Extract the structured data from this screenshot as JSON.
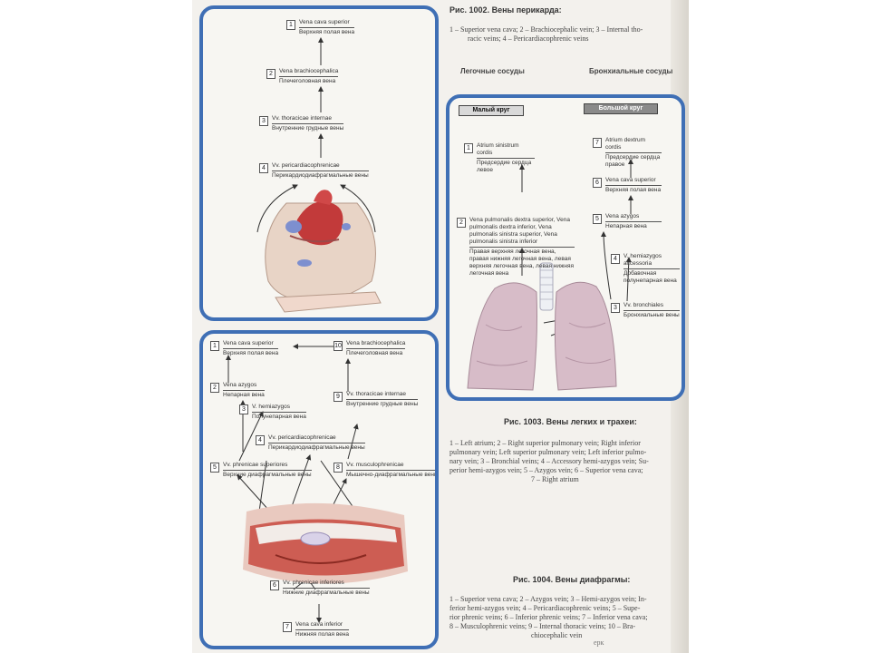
{
  "fig1002": {
    "title": "Рис. 1002. Вены перикарда:",
    "caption": [
      "1 – Superior vena cava; 2 – Brachiocephalic vein; 3 – Internal tho-",
      "racic veins; 4 – Pericardiacophrenic veins"
    ],
    "boxes": [
      {
        "n": "1",
        "lat": "Vena cava superior",
        "ru": "Верхняя полая вена"
      },
      {
        "n": "2",
        "lat": "Vena brachiocephalica",
        "ru": "Плечеголовная вена"
      },
      {
        "n": "3",
        "lat": "Vv. thoracicae internae",
        "ru": "Внутренние грудные вены"
      },
      {
        "n": "4",
        "lat": "Vv. pericardiacophrenicae",
        "ru": "Перикардиодиафрагмальные вены"
      }
    ]
  },
  "fig1003": {
    "col_left": "Легочные сосуды",
    "col_right": "Бронхиальные сосуды",
    "tab_small": "Малый круг",
    "tab_big": "Большой круг",
    "title": "Рис. 1003. Вены легких и трахеи:",
    "caption": [
      "1 – Left atrium; 2 – Right superior pulmonary vein; Right inferior",
      "pulmonary vein; Left superior pulmonary vein; Left inferior pulmo-",
      "nary vein; 3 – Bronchial veins; 4 – Accessory hemi-azygos vein; Su-",
      "perior hemi-azygos vein; 5 – Azygos vein; 6 – Superior vena cava;",
      "7 – Right atrium"
    ],
    "left_boxes": [
      {
        "n": "1",
        "lat": "Atrium sinistrum cordis",
        "ru": "Предсердие сердца левое"
      },
      {
        "n": "2",
        "lat": "Vena pulmonalis dextra superior, Vena pulmonalis dextra inferior, Vena pulmonalis sinistra superior, Vena pulmonalis sinistra inferior",
        "ru": "Правая верхняя легочная вена, правая нижняя легочная вена, левая верхняя легочная вена, левая нижняя легочная вена"
      }
    ],
    "right_boxes": [
      {
        "n": "7",
        "lat": "Atrium dextrum cordis",
        "ru": "Предсердие сердца правое"
      },
      {
        "n": "6",
        "lat": "Vena cava superior",
        "ru": "Верхняя полая вена"
      },
      {
        "n": "5",
        "lat": "Vena azygos",
        "ru": "Непарная вена"
      },
      {
        "n": "4",
        "lat": "V. hemiazygos accessoria",
        "ru": "Добавочная полунепарная вена"
      },
      {
        "n": "3",
        "lat": "Vv. bronchiales",
        "ru": "Бронхиальные вены"
      }
    ]
  },
  "fig1004": {
    "title": "Рис. 1004. Вены диафрагмы:",
    "caption": [
      "1 – Superior vena cava; 2 – Azygos vein; 3 – Hemi-azygos vein; In-",
      "ferior hemi-azygos vein; 4 – Pericardiacophrenic veins; 5 – Supe-",
      "rior phrenic veins; 6 – Inferior phrenic veins; 7 – Inferior vena cava;",
      "8 – Musculophrenic veins; 9 – Internal thoracic veins; 10 – Bra-",
      "chiocephalic vein"
    ],
    "boxes": [
      {
        "n": "1",
        "lat": "Vena cava superior",
        "ru": "Верхняя полая вена"
      },
      {
        "n": "10",
        "lat": "Vena brachiocephalica",
        "ru": "Плечеголовная вена"
      },
      {
        "n": "2",
        "lat": "Vena azygos",
        "ru": "Непарная вена"
      },
      {
        "n": "9",
        "lat": "Vv. thoracicae internae",
        "ru": "Внутренние грудные вены"
      },
      {
        "n": "3",
        "lat": "V. hemiazygos",
        "ru": "Полунепарная вена"
      },
      {
        "n": "4",
        "lat": "Vv. pericardiacophrenicae",
        "ru": "Перикардиодиафрагмальные вены"
      },
      {
        "n": "5",
        "lat": "Vv. phrenicae superiores",
        "ru": "Верхние диафрагмальные вены"
      },
      {
        "n": "8",
        "lat": "Vv. musculophrenicae",
        "ru": "Мышечно-диафрагмальные вены"
      },
      {
        "n": "6",
        "lat": "Vv. phrenicae inferiores",
        "ru": "Нижние диафрагмальные вены"
      },
      {
        "n": "7",
        "lat": "Vena cava inferior",
        "ru": "Нижняя полая вена"
      }
    ]
  },
  "page_number": "ерк"
}
